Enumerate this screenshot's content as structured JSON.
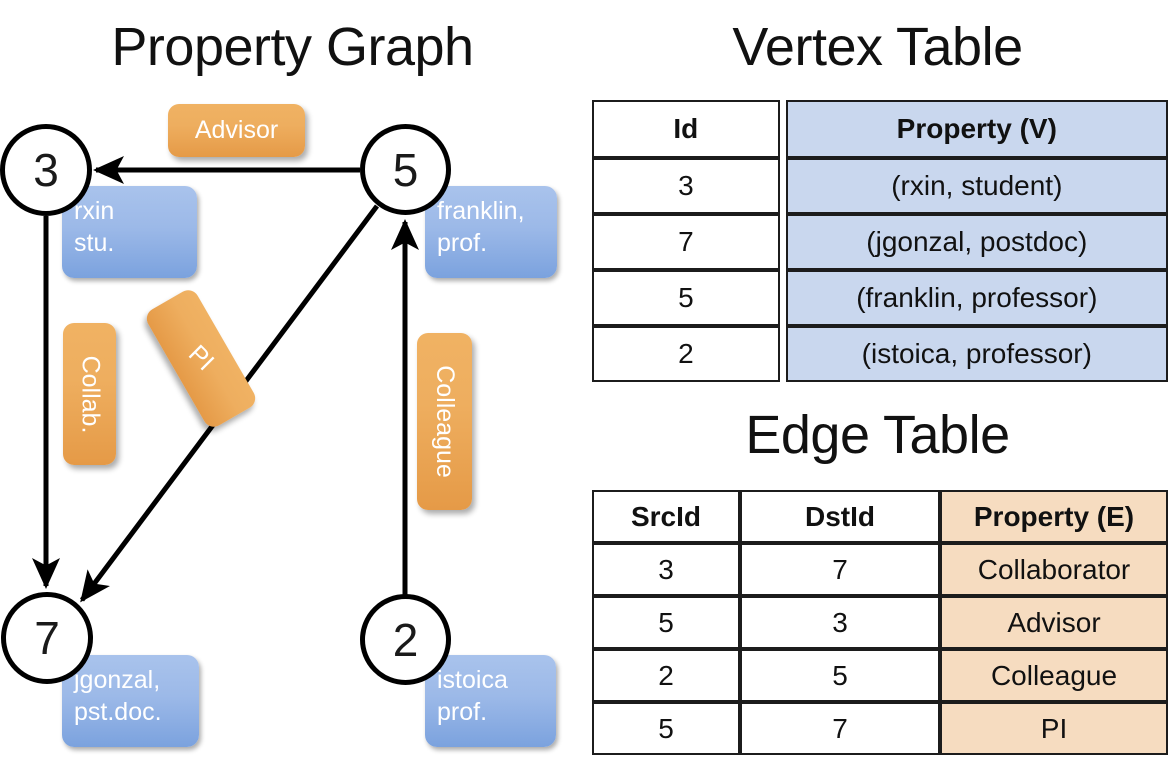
{
  "titles": {
    "property_graph": "Property Graph",
    "vertex_table": "Vertex Table",
    "edge_table": "Edge Table"
  },
  "colors": {
    "vertex_property_fill": "#c9d7ee",
    "edge_property_fill": "#f6dcc0",
    "vertex_box_blue": "#9cb9e8",
    "edge_label_orange": "#eeae5f",
    "stroke_black": "#000000",
    "background": "#ffffff"
  },
  "graph": {
    "nodes": [
      {
        "id": "3",
        "name": "node-3",
        "property_box": "rxin\nstu.",
        "prop_line1": "rxin",
        "prop_line2": "stu."
      },
      {
        "id": "5",
        "name": "node-5",
        "property_box": "franklin,\nprof.",
        "prop_line1": "franklin,",
        "prop_line2": "prof."
      },
      {
        "id": "7",
        "name": "node-7",
        "property_box": "jgonzal,\npst.doc.",
        "prop_line1": "jgonzal,",
        "prop_line2": "pst.doc."
      },
      {
        "id": "2",
        "name": "node-2",
        "property_box": "istoica\nprof.",
        "prop_line1": "istoica",
        "prop_line2": "prof."
      }
    ],
    "edges": [
      {
        "src": "5",
        "dst": "3",
        "label": "Advisor"
      },
      {
        "src": "3",
        "dst": "7",
        "label": "Collab."
      },
      {
        "src": "5",
        "dst": "7",
        "label": "PI"
      },
      {
        "src": "2",
        "dst": "5",
        "label": "Colleague"
      }
    ]
  },
  "vertex_table": {
    "headers": [
      "Id",
      "Property (V)"
    ],
    "rows": [
      {
        "id": "3",
        "property": "(rxin, student)"
      },
      {
        "id": "7",
        "property": "(jgonzal, postdoc)"
      },
      {
        "id": "5",
        "property": "(franklin, professor)"
      },
      {
        "id": "2",
        "property": "(istoica, professor)"
      }
    ]
  },
  "edge_table": {
    "headers": [
      "SrcId",
      "DstId",
      "Property (E)"
    ],
    "rows": [
      {
        "src": "3",
        "dst": "7",
        "property": "Collaborator"
      },
      {
        "src": "5",
        "dst": "3",
        "property": "Advisor"
      },
      {
        "src": "2",
        "dst": "5",
        "property": "Colleague"
      },
      {
        "src": "5",
        "dst": "7",
        "property": "PI"
      }
    ]
  }
}
